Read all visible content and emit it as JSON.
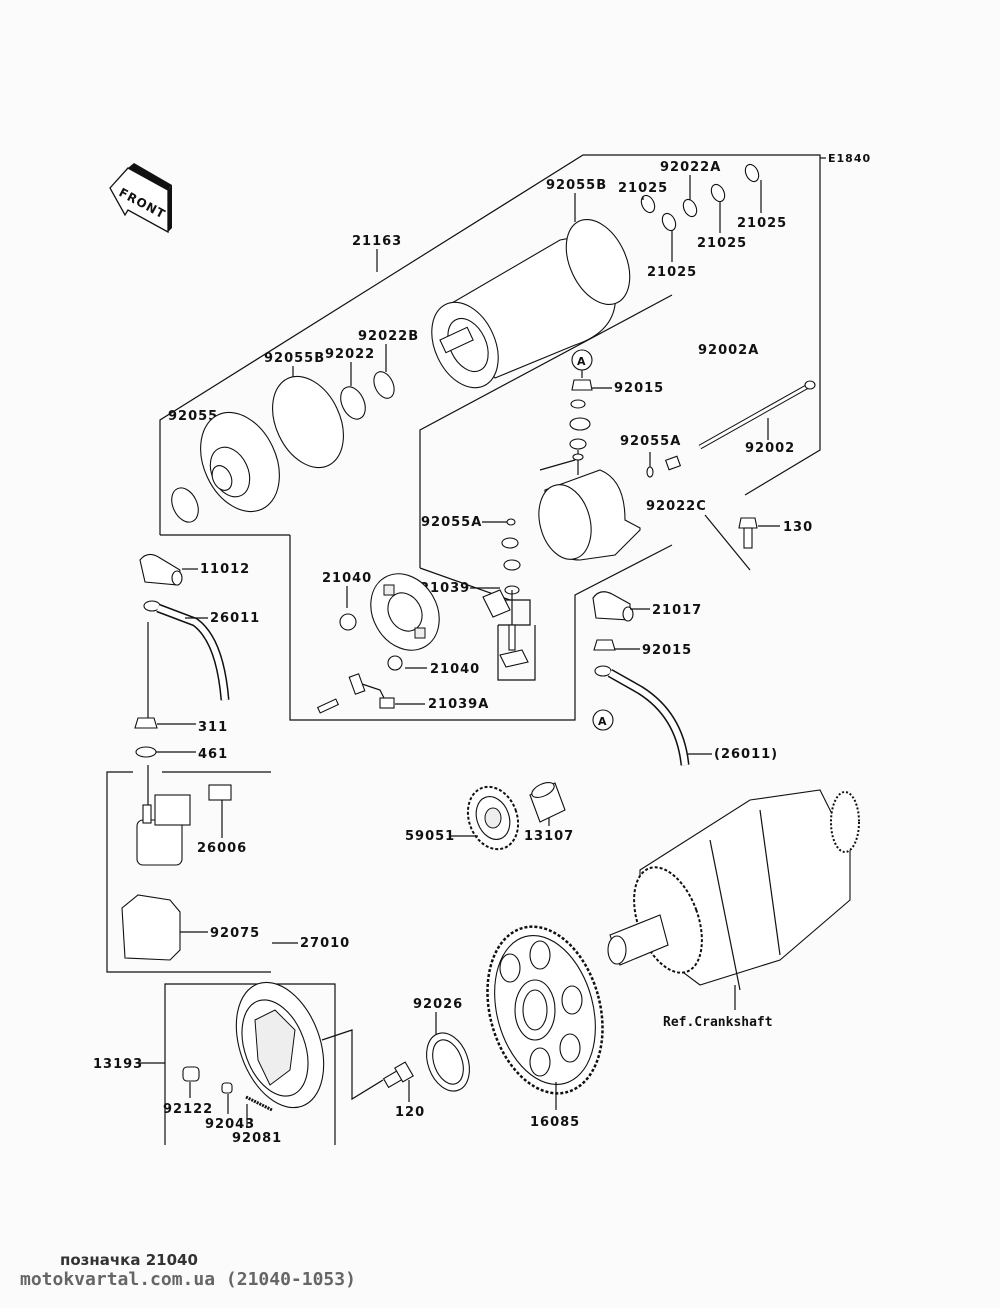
{
  "diagram": {
    "title": "Starter Motor",
    "code": "E1840",
    "front_indicator": "FRONT",
    "reference_marker": "A",
    "labels": {
      "code": "E1840",
      "p21163": "21163",
      "p92055B_top": "92055B",
      "p21025_a": "21025",
      "p21025_b": "21025",
      "p21025_c": "21025",
      "p21025_d": "21025",
      "p92022A": "92022A",
      "p92002A": "92002A",
      "p92055B_mid": "92055B",
      "p92022": "92022",
      "p92022B": "92022B",
      "p92055": "92055",
      "p92015_top": "92015",
      "p92055A_right": "92055A",
      "p92002": "92002",
      "p92022C": "92022C",
      "p92055A_left": "92055A",
      "p130": "130",
      "p11012": "11012",
      "p26011": "26011",
      "p21040_top": "21040",
      "p21039": "21039",
      "p21040_bottom": "21040",
      "p21039A": "21039A",
      "p21017": "21017",
      "p92015_bottom": "92015",
      "p26011_paren": "(26011)",
      "p311": "311",
      "p461": "461",
      "p26006": "26006",
      "p92075": "92075",
      "p27010": "27010",
      "p59051": "59051",
      "p13107": "13107",
      "p92026": "92026",
      "p16085": "16085",
      "p13193": "13193",
      "p92122": "92122",
      "p92043": "92043",
      "p92081": "92081",
      "p120": "120",
      "ref_crankshaft": "Ref.Crankshaft",
      "marker_a_top": "A",
      "marker_a_bottom": "A"
    }
  },
  "footer": {
    "caption": "позначка 21040",
    "watermark": "motokvartal.com.ua (21040-1053)"
  }
}
